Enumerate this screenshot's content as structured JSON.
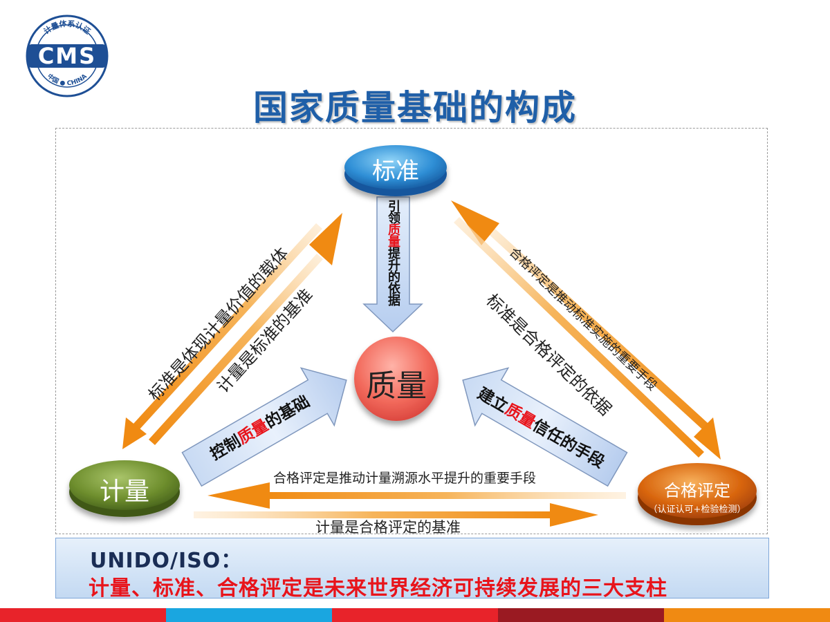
{
  "logo": {
    "arc_text": "计量体系认证",
    "letters": "CMS",
    "bottom_text": "中国 ● CHINA"
  },
  "title": "国家质量基础的构成",
  "nodes": {
    "standard": "标准",
    "quality": "质量",
    "metrology": "计量",
    "conformity": "合格评定",
    "conformity_sub": "（认证认可+检验检测）"
  },
  "arrows": {
    "down": {
      "part1": "引领",
      "highlight": "质量",
      "part2": "提升的依据"
    },
    "left_block": {
      "part1": "控制",
      "highlight": "质量",
      "part2": "的基础"
    },
    "right_block": {
      "part1": "建立",
      "highlight": "质量",
      "part2": "信任的手段"
    }
  },
  "edge_labels": {
    "left_outer": "标准是体现计量价值的载体",
    "left_inner": "计量是标准的基准",
    "right_outer": "合格评定是推动标准实施的重要手段",
    "right_inner": "标准是合格评定的依据",
    "bottom_upper": "合格评定是推动计量溯源水平提升的重要手段",
    "bottom_lower": "计量是合格评定的基准"
  },
  "banner": {
    "heading": "UNIDO/ISO：",
    "text": "计量、标准、合格评定是未来世界经济可持续发展的三大支柱"
  },
  "colors": {
    "title": "#1f5fa8",
    "accent_red": "#e8141b",
    "arrow_orange": "#f0961e",
    "bar_colors": [
      "#e8232a",
      "#1aa6e0",
      "#e8232a",
      "#9a1a22",
      "#f08a12"
    ]
  }
}
